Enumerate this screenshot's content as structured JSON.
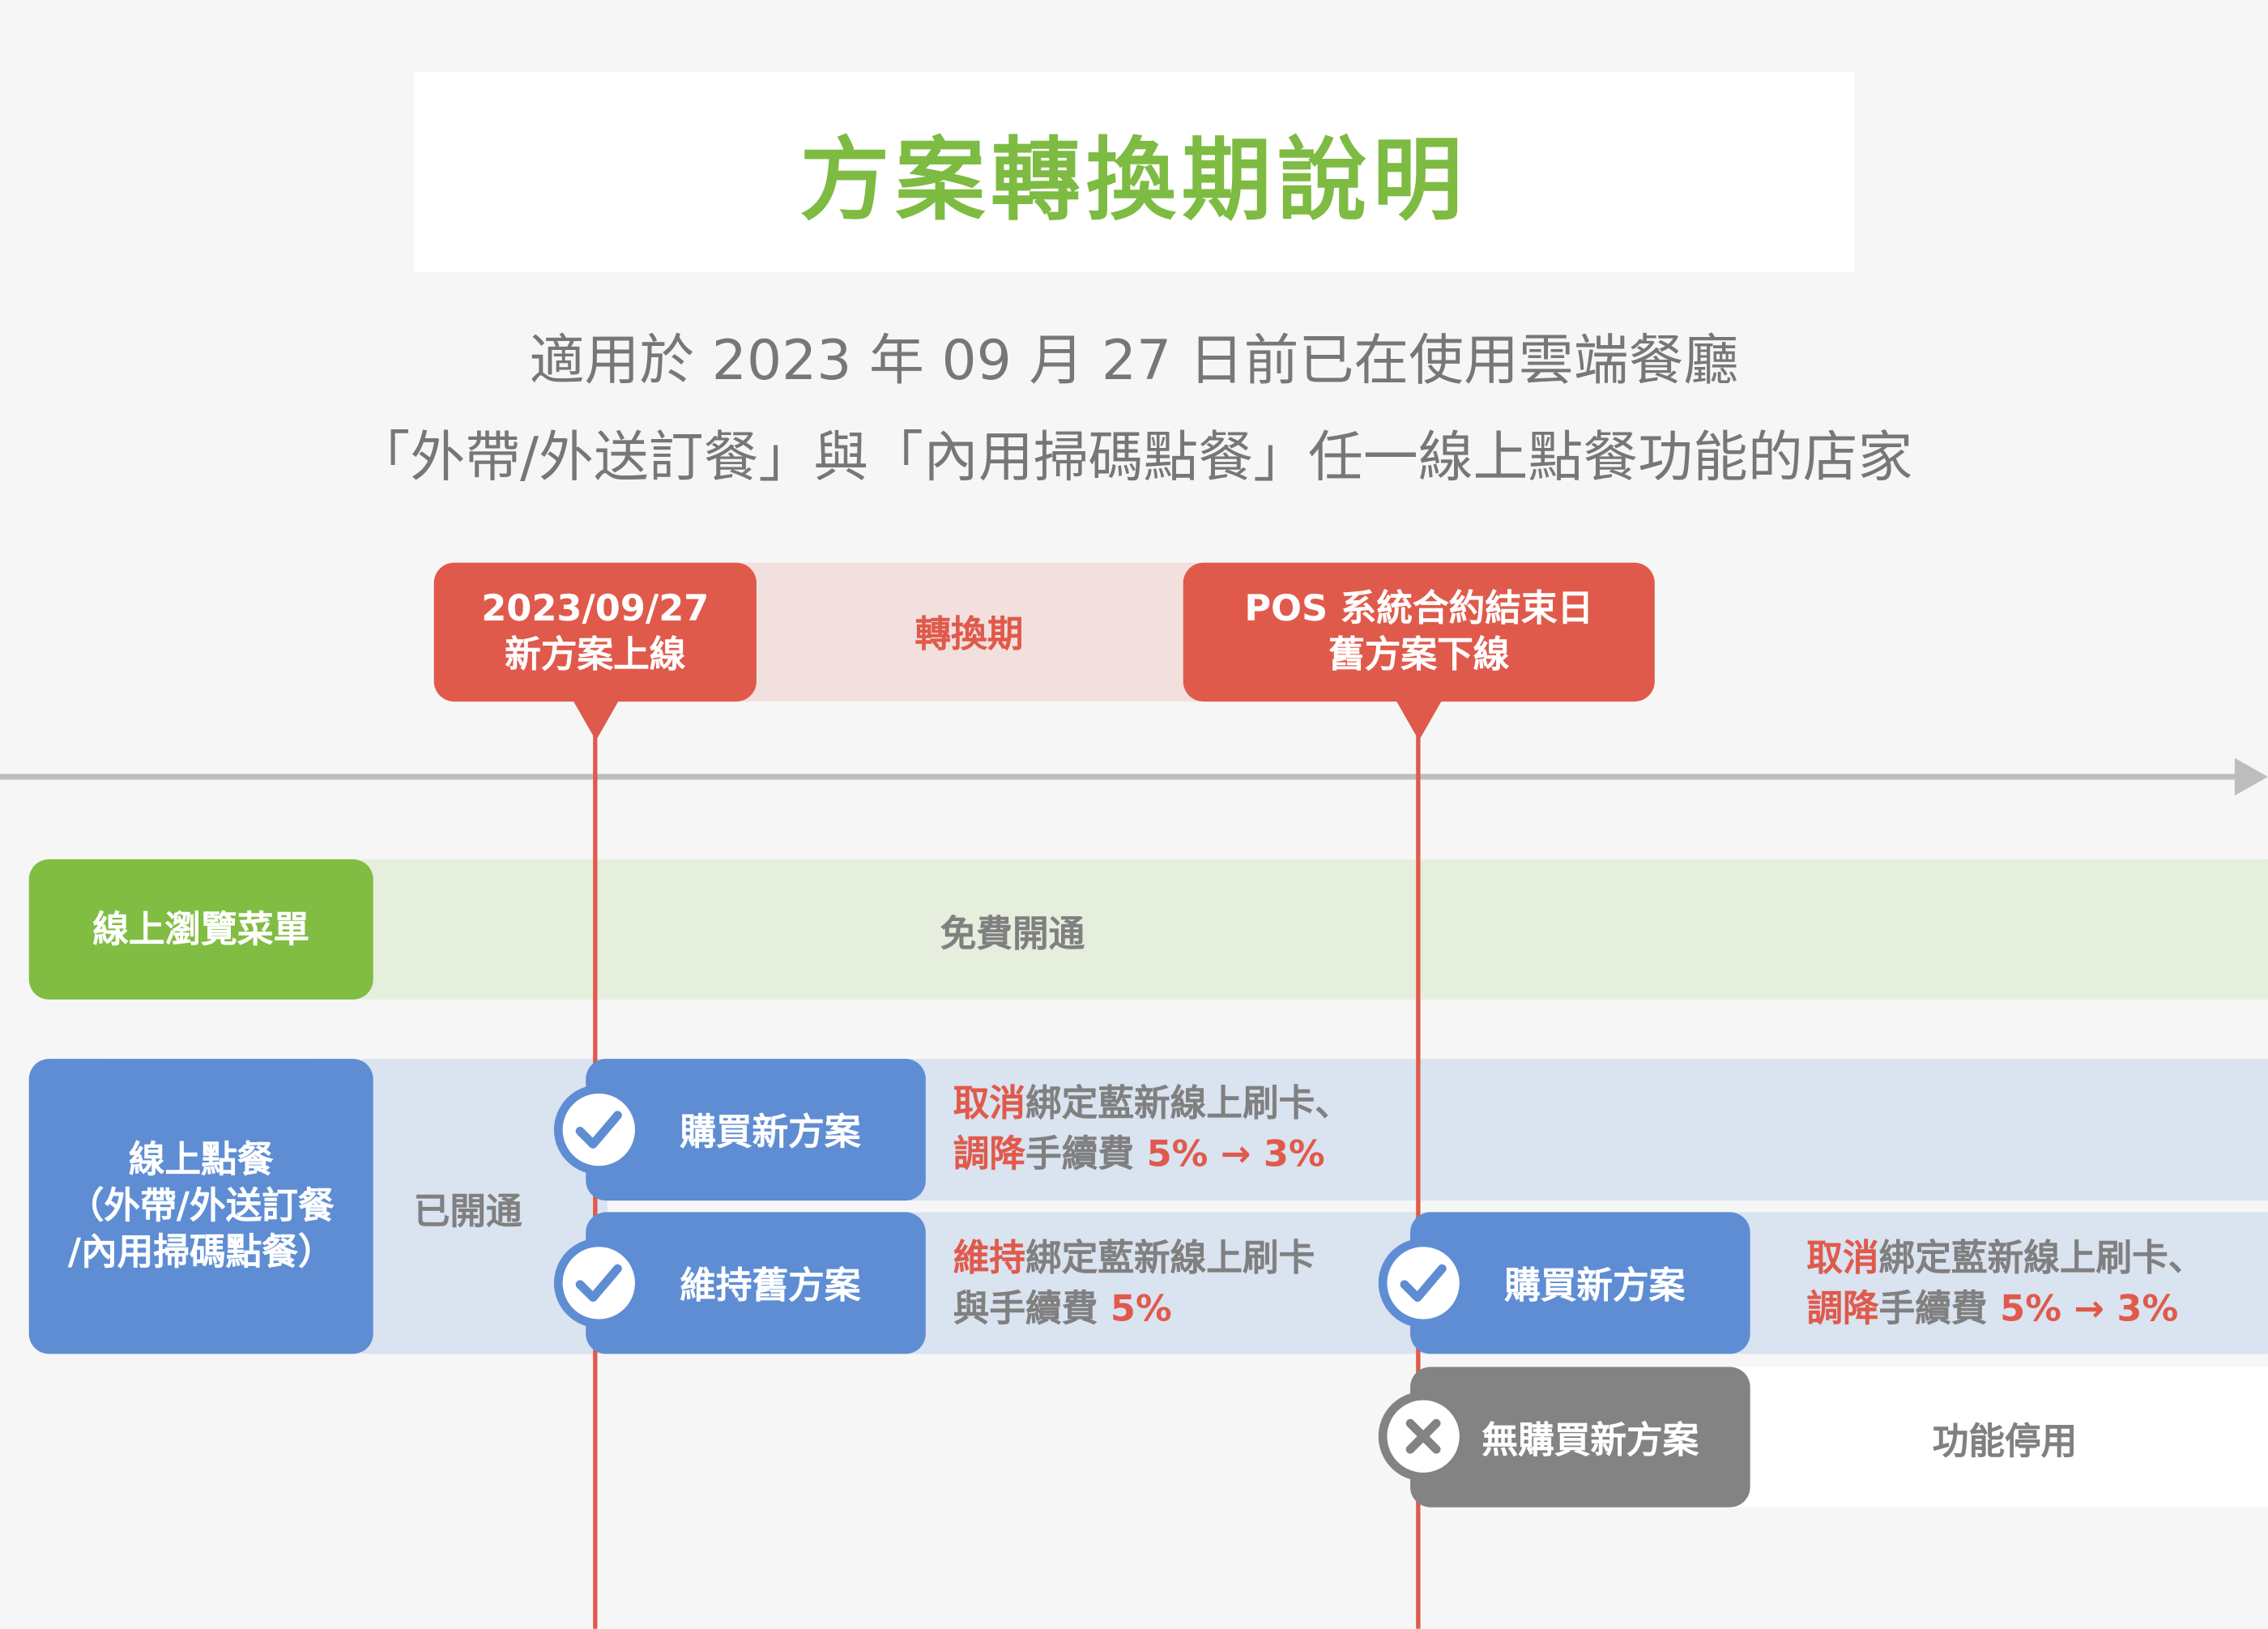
{
  "title": "方案轉換期說明",
  "subtitle": [
    "適用於 2023 年 09 月 27 日前已在使用雲端餐廳",
    "「外帶/外送訂餐」與「內用掃碼點餐」任一線上點餐功能的店家"
  ],
  "timeline": {
    "start": {
      "line1": "2023/09/27",
      "line2": "新方案上線"
    },
    "transition": "轉換期",
    "end": {
      "line1": "POS 系統合約結束日",
      "line2": "舊方案下線"
    }
  },
  "rows": {
    "menu": {
      "label": "線上瀏覽菜單",
      "status": "免費開通"
    },
    "ordering": {
      "label": [
        "線上點餐",
        "（外帶/外送訂餐",
        "/內用掃碼點餐）"
      ],
      "status": "已開通",
      "buy_new": "購買新方案",
      "keep_old": "維持舊方案",
      "buy_new_desc": {
        "red1": "取消",
        "gray1": "綁定藍新線上刷卡、",
        "red2": "調降",
        "gray2": "手續費 ",
        "red3": "5% → 3%"
      },
      "keep_old_desc": {
        "red1": "維持",
        "gray1": "綁定藍新線上刷卡",
        "gray2": "與手續費 ",
        "red3": "5%"
      },
      "buy_new_2": "購買新方案",
      "buy_new_2_desc": {
        "red1": "取消",
        "gray1": "綁定藍新線上刷卡、",
        "red2": "調降",
        "gray2": "手續費 ",
        "red3": "5% → 3%"
      },
      "no_buy": "無購買新方案",
      "no_buy_status": "功能停用"
    }
  },
  "colors": {
    "green": "#7dbb42",
    "red": "#e05a4c",
    "blue": "#5e8dd4",
    "gray": "#838383"
  }
}
